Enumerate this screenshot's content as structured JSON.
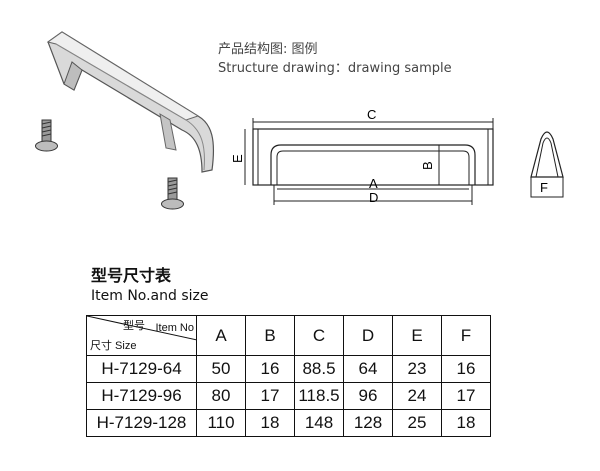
{
  "drawing": {
    "title_cn": "产品结构图: 图例",
    "title_en": "Structure drawing：drawing sample",
    "labels": {
      "a": "A",
      "b": "B",
      "c": "C",
      "d": "D",
      "e": "E",
      "f": "F"
    }
  },
  "table": {
    "title_cn": "型号尺寸表",
    "title_en": "Item No.and size",
    "corner": {
      "model_cn": "型号",
      "item_no": "Item No",
      "size_label": "尺寸 Size"
    },
    "columns": [
      "A",
      "B",
      "C",
      "D",
      "E",
      "F"
    ],
    "rows": [
      {
        "item": "H-7129-64",
        "values": [
          "50",
          "16",
          "88.5",
          "64",
          "23",
          "16"
        ]
      },
      {
        "item": "H-7129-96",
        "values": [
          "80",
          "17",
          "118.5",
          "96",
          "24",
          "17"
        ]
      },
      {
        "item": "H-7129-128",
        "values": [
          "110",
          "18",
          "148",
          "128",
          "25",
          "18"
        ]
      }
    ]
  }
}
